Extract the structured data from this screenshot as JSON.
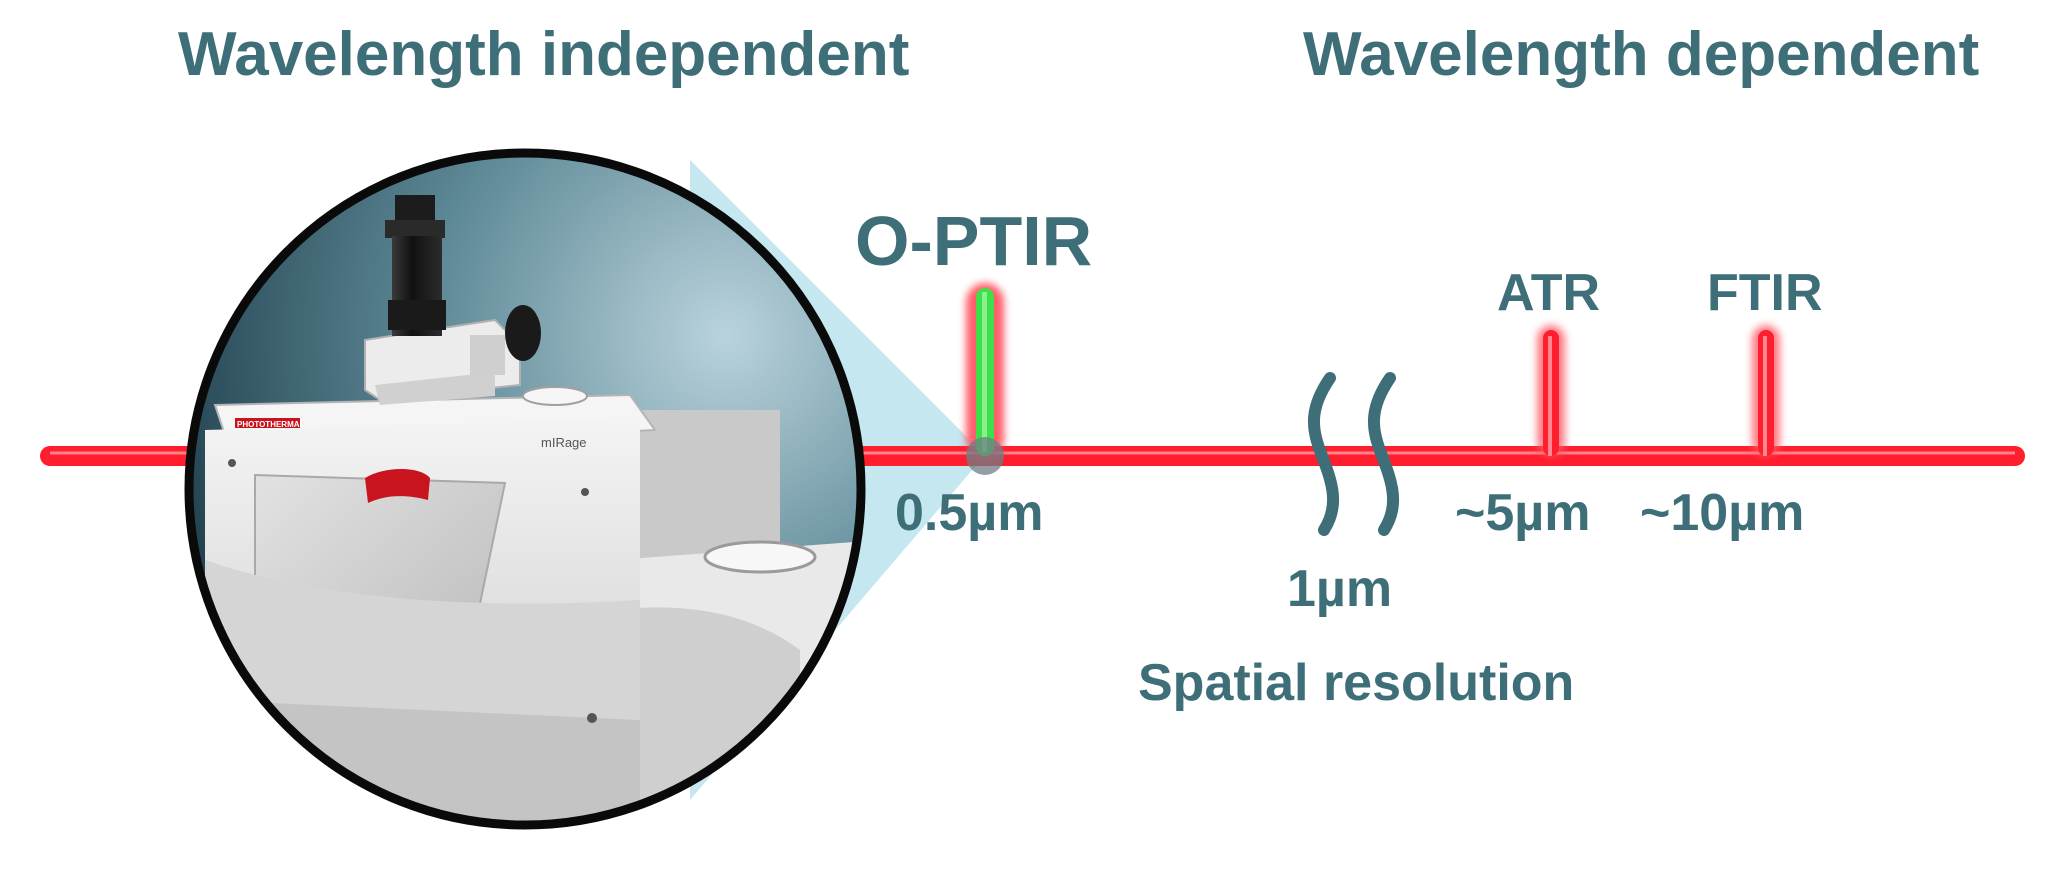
{
  "headings": {
    "left": "Wavelength independent",
    "right": "Wavelength dependent"
  },
  "techniques": {
    "optir": {
      "label": "O-PTIR",
      "resolution": "0.5µm"
    },
    "break": {
      "resolution": "1µm"
    },
    "atr": {
      "label": "ATR",
      "resolution": "~5µm"
    },
    "ftir": {
      "label": "FTIR",
      "resolution": "~10µm"
    }
  },
  "axis_label": "Spatial resolution",
  "instrument": {
    "brand_label": "PHOTOTHERMAL",
    "model_label": "mIRage"
  },
  "colors": {
    "text": "#3e6e78",
    "beam": "#ff1e2d",
    "optir_peak": "#3ee04a",
    "zoom_cone": "#bfe4ee"
  }
}
